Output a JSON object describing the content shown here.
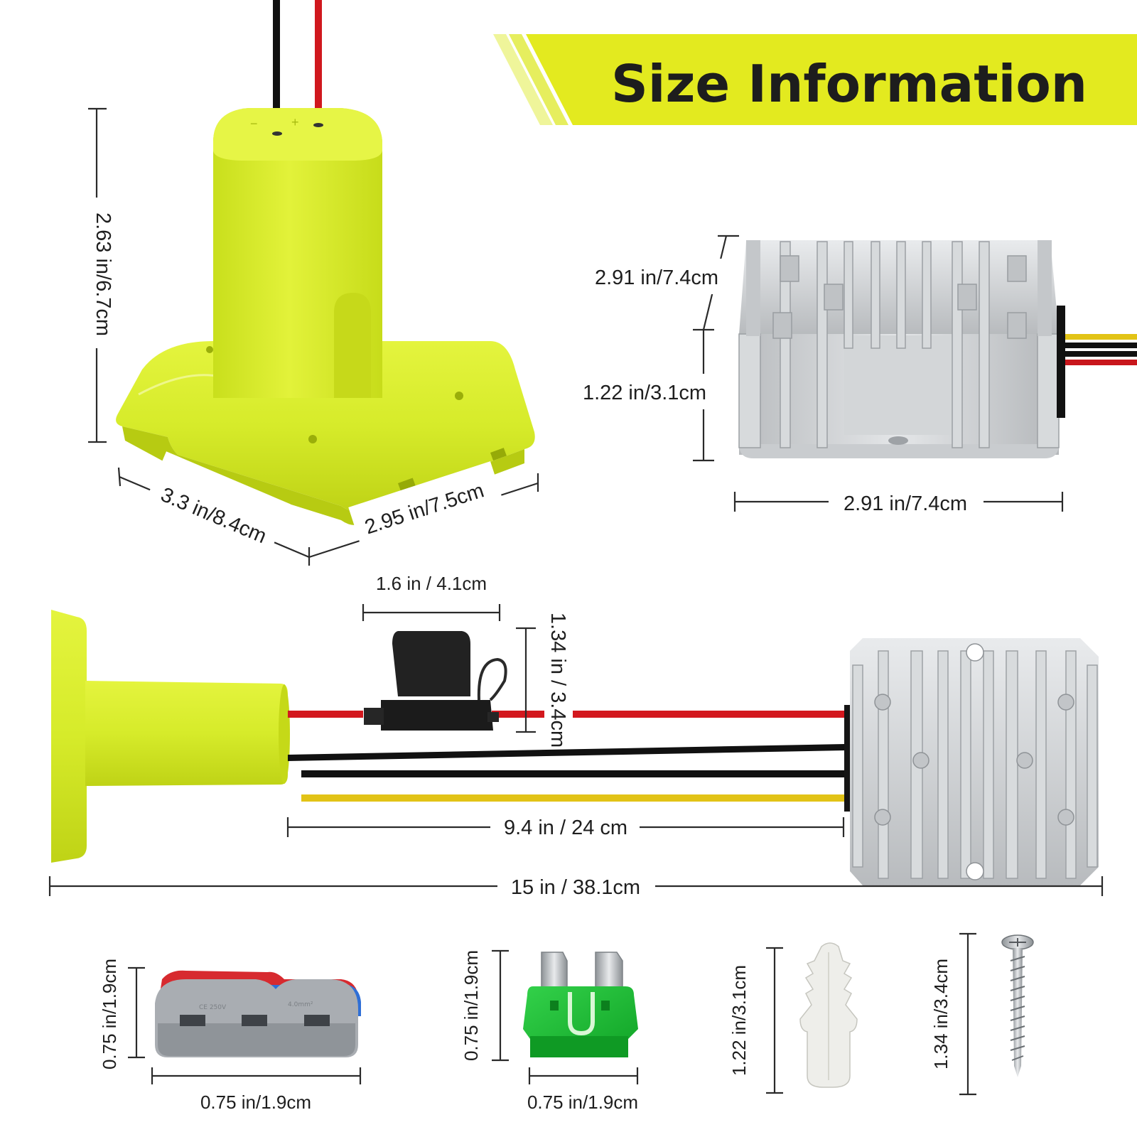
{
  "header": {
    "title": "Size Information",
    "accent_color": "#e3ea1f"
  },
  "adapter": {
    "height_label": "2.63 in/6.7cm",
    "depth_label": "3.3 in/8.4cm",
    "width_label": "2.95 in/7.5cm",
    "color": "#d7ec2a"
  },
  "converter": {
    "depth_label": "2.91 in/7.4cm",
    "height_label": "1.22 in/3.1cm",
    "width_label": "2.91 in/7.4cm"
  },
  "assembly": {
    "fuse_holder_width_label": "1.6 in / 4.1cm",
    "fuse_holder_height_label": "1.34 in / 3.4cm",
    "cable_length_label": "9.4 in / 24 cm",
    "total_length_label": "15 in / 38.1cm"
  },
  "accessories": {
    "wire_connector_height_label": "0.75 in/1.9cm",
    "wire_connector_width_label": "0.75 in/1.9cm",
    "fuse_height_label": "0.75 in/1.9cm",
    "fuse_width_label": "0.75 in/1.9cm",
    "anchor_height_label": "1.22 in/3.1cm",
    "screw_height_label": "1.34 in/3.4cm"
  }
}
